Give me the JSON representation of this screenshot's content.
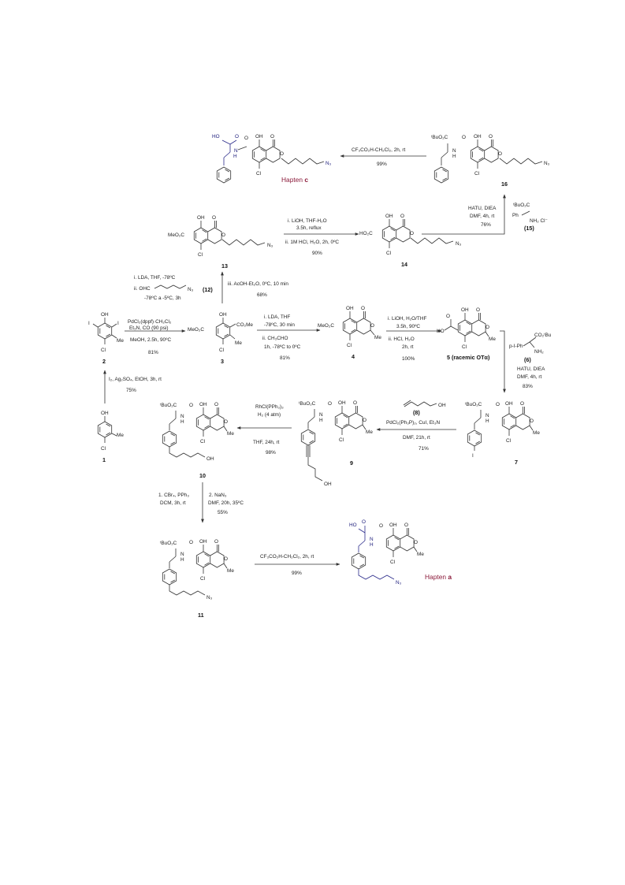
{
  "compounds": {
    "c1": {
      "label": "1"
    },
    "c2": {
      "label": "2"
    },
    "c3": {
      "label": "3"
    },
    "c4": {
      "label": "4"
    },
    "c5": {
      "label": "5 (racemic OTα)"
    },
    "c7": {
      "label": "7"
    },
    "c9": {
      "label": "9"
    },
    "c10": {
      "label": "10"
    },
    "c11": {
      "label": "11"
    },
    "c13": {
      "label": "13"
    },
    "c14": {
      "label": "14"
    },
    "c16": {
      "label": "16"
    },
    "hapten_c": {
      "label_prefix": "Hapten ",
      "label_letter": "c"
    },
    "hapten_a": {
      "label_prefix": "Hapten ",
      "label_letter": "a"
    }
  },
  "atoms": {
    "oh": "OH",
    "o": "O",
    "cl": "Cl",
    "me": "Me",
    "i": "I",
    "h": "H",
    "n": "N",
    "meo2c": "MeO₂C",
    "co2me": "CO₂Me",
    "ho2c": "HO₂C",
    "ho": "HO",
    "tbuo2c": "ᵗBuO₂C",
    "n3": "N₃",
    "co2tbu": "CO₂ᵗBu",
    "nh2": "NH₂",
    "pl_ph": "p-I-Ph",
    "ph": "Ph",
    "nh2cl": "NH₂ Cl⁻"
  },
  "reagents": {
    "r_1_2": {
      "l1": "I₂, Ag₂SO₄, EtOH, 3h, rt",
      "l2": "75%"
    },
    "r_2_3": {
      "l1": "PdCl₂(dppf)·CH₂Cl₂",
      "l2": "Et₃N, CO (90 psi)",
      "l3": "MeOH, 2.5h, 90ºC",
      "l4": "81%"
    },
    "r_3_4": {
      "l1": "i. LDA, THF",
      "l2": "-78ºC, 30 min",
      "l3": "ii. CH₃CHO",
      "l4": "1h, -78ºC to 0ºC",
      "l5": "81%"
    },
    "r_4_5": {
      "l1": "i. LiOH, H₂O/THF",
      "l2": "3.5h, 90ºC",
      "l3": "ii. HCl, H₂O",
      "l4": "2h, rt",
      "l5": "100%"
    },
    "r_5_7": {
      "l1": "(6)",
      "l2": "HATU, DIEA",
      "l3": "DMF, 4h, rt",
      "l4": "83%"
    },
    "r_7_9": {
      "l1": "(8)",
      "l2": "PdCl₂(Ph₃P)₂, CuI, Et₃N",
      "l3": "DMF, 21h, rt",
      "l4": "71%"
    },
    "r_9_10": {
      "l1": "RhCl(PPh₃)₃",
      "l2": "H₂ (4 atm)",
      "l3": "THF, 24h, rt",
      "l4": "98%"
    },
    "r_10_11": {
      "l1": "1. CBr₄, PPh₃",
      "l2": "DCM, 3h, rt",
      "l3": "2. NaN₃",
      "l4": "DMF, 20h, 35ºC",
      "l5": "55%"
    },
    "r_11_ha": {
      "l1": "CF₃CO₂H-CH₂Cl₂, 2h, rt",
      "l2": "99%"
    },
    "r_3_13": {
      "l1": "i. LDA, THF, -78ºC",
      "l2": "ii. OHC",
      "l3": "-78ºC a -5ºC, 3h",
      "l4": "(12)",
      "l5": "iii. AcOH-Et₂O, 0ºC, 10 min",
      "l6": "68%"
    },
    "r_13_14": {
      "l1": "i. LiOH, THF-H₂O",
      "l2": "3.5h, reflux",
      "l3": "ii. 1M HCl, H₂O, 2h, 0ºC",
      "l4": "90%"
    },
    "r_14_16": {
      "l1": "HATU, DIEA",
      "l2": "DMF, 4h, rt",
      "l3": "76%",
      "l4": "(15)"
    },
    "r_16_hc": {
      "l1": "CF₃CO₂H-CH₂Cl₂, 2h, rt",
      "l2": "99%"
    }
  }
}
